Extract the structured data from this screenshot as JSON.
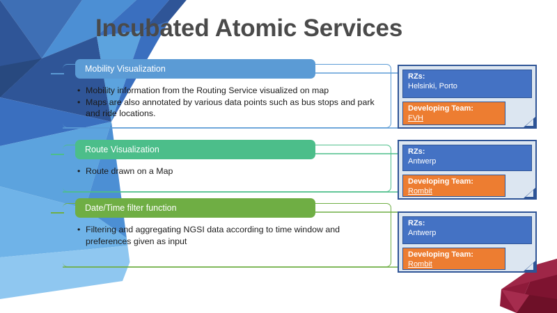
{
  "slide": {
    "title": "Incubated Atomic Services",
    "background_color": "#FFFFFF",
    "title_color": "#4A4A4A"
  },
  "decorations": {
    "top_left_polygons_name": "blue-polygon-decoration",
    "bottom_right_polygon_name": "dark-red-polygon-decoration",
    "blue_tones": [
      "#2F5597",
      "#3A6FBF",
      "#4A90D9",
      "#6FB3E8",
      "#8FC7F0"
    ],
    "dark_red": "#8E1A3A"
  },
  "sections": [
    {
      "header": "Mobility Visualization",
      "accent": "#5B9BD5",
      "bullets": [
        "Mobility information from the Routing Service visualized on map",
        "Maps are also annotated by various data points such as bus stops and park and ride locations."
      ]
    },
    {
      "header": "Route Visualization",
      "accent": "#4CBE8A",
      "bullets": [
        "Route drawn on a Map"
      ]
    },
    {
      "header": "Date/Time filter function",
      "accent": "#6FAE44",
      "bullets": [
        "Filtering and aggregating NGSI data according to time window and preferences given as input"
      ]
    }
  ],
  "callouts": [
    {
      "rz_label": "RZs:",
      "rz_value": "Helsinki, Porto",
      "team_label": "Developing Team:",
      "team_value": "FVH",
      "rz_color": "#4472C4",
      "team_color": "#ED7D31",
      "panel_color": "#DCE6F1",
      "border_color": "#2E5496"
    },
    {
      "rz_label": "RZs:",
      "rz_value": "Antwerp",
      "team_label": "Developing Team:",
      "team_value": "Rombit",
      "rz_color": "#4472C4",
      "team_color": "#ED7D31",
      "panel_color": "#DCE6F1",
      "border_color": "#2E5496"
    },
    {
      "rz_label": "RZs:",
      "rz_value": "Antwerp",
      "team_label": "Developing Team:",
      "team_value": "Rombit",
      "rz_color": "#4472C4",
      "team_color": "#ED7D31",
      "panel_color": "#DCE6F1",
      "border_color": "#2E5496"
    }
  ]
}
